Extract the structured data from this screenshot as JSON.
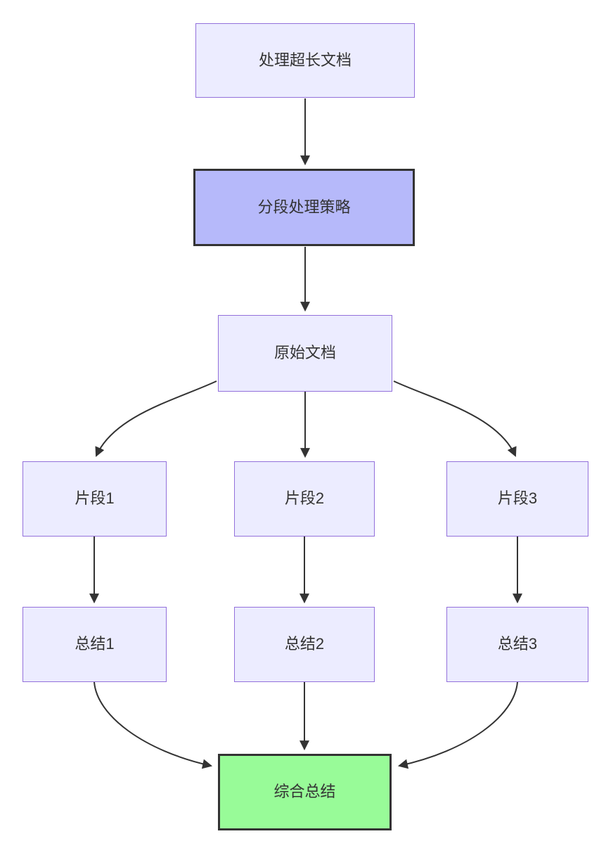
{
  "diagram": {
    "type": "flowchart-top-down",
    "nodes": {
      "process_long_doc": {
        "label": "处理超长文档"
      },
      "segmentation_strategy": {
        "label": "分段处理策略"
      },
      "original_doc": {
        "label": "原始文档"
      },
      "fragment1": {
        "label": "片段1"
      },
      "fragment2": {
        "label": "片段2"
      },
      "fragment3": {
        "label": "片段3"
      },
      "summary1": {
        "label": "总结1"
      },
      "summary2": {
        "label": "总结2"
      },
      "summary3": {
        "label": "总结3"
      },
      "final_summary": {
        "label": "综合总结"
      }
    },
    "edges": [
      {
        "from": "process_long_doc",
        "to": "segmentation_strategy"
      },
      {
        "from": "segmentation_strategy",
        "to": "original_doc"
      },
      {
        "from": "original_doc",
        "to": "fragment1"
      },
      {
        "from": "original_doc",
        "to": "fragment2"
      },
      {
        "from": "original_doc",
        "to": "fragment3"
      },
      {
        "from": "fragment1",
        "to": "summary1"
      },
      {
        "from": "fragment2",
        "to": "summary2"
      },
      {
        "from": "fragment3",
        "to": "summary3"
      },
      {
        "from": "summary1",
        "to": "final_summary"
      },
      {
        "from": "summary2",
        "to": "final_summary"
      },
      {
        "from": "summary3",
        "to": "final_summary"
      }
    ],
    "colors": {
      "background": "#ffffff",
      "node_fill": "#ECECFF",
      "node_border": "#9370DB",
      "strategy_fill": "#b6b9fa",
      "strategy_border": "#333333",
      "final_fill": "#98fb98",
      "final_border": "#333333",
      "edge": "#333333",
      "text": "#333333"
    }
  }
}
